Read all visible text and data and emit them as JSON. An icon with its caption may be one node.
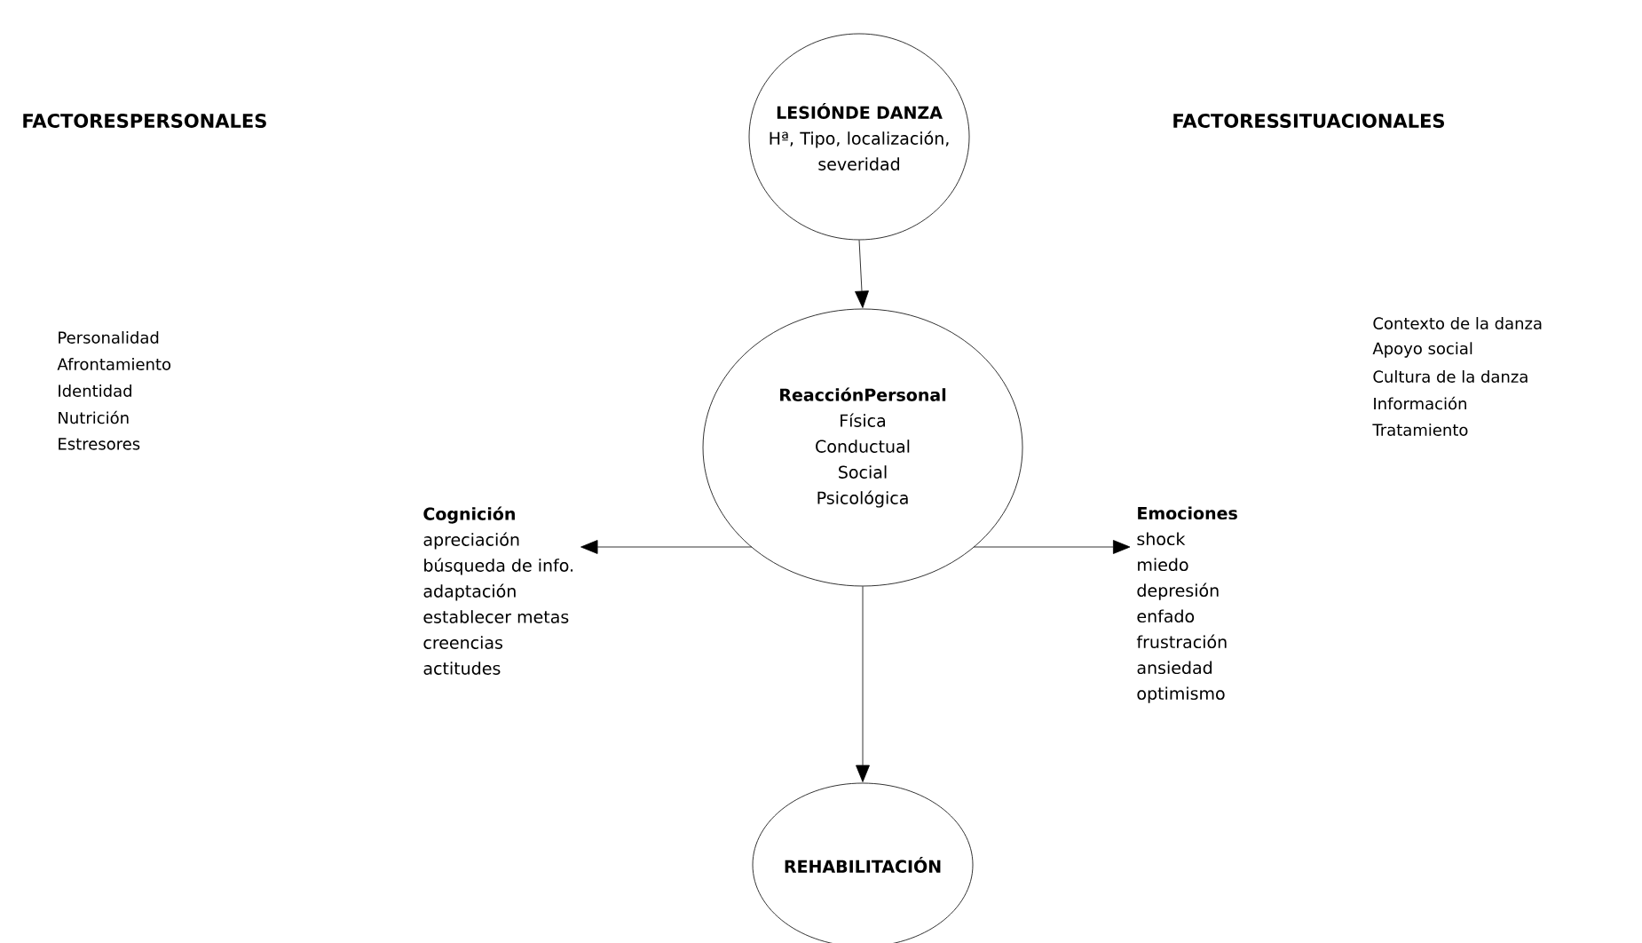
{
  "diagram": {
    "nodes": [
      {
        "text": [
          "LESIÓNDE DANZA",
          "Hª, Tipo, localización, severidad"
        ]
      },
      {
        "text": [
          "ReacciónPersonal",
          "Física",
          "Conductual",
          "Social",
          "Psicológica"
        ]
      },
      {
        "text": [
          "Cognición",
          "apreciación",
          "búsqueda de info.",
          "adaptación",
          "establecer metas",
          "creencias",
          "actitudes"
        ]
      },
      {
        "text": [
          "Emociones",
          "shock",
          "miedo",
          "depresión",
          "enfado",
          "frustración",
          "ansiedad",
          "optimismo"
        ]
      },
      {
        "text": [
          "REHABILITACIÓN"
        ]
      }
    ],
    "edges": [
      {
        "from": 0,
        "to": 1,
        "arrow": "to"
      },
      {
        "from": 1,
        "to": 2,
        "arrow": "to"
      },
      {
        "from": 1,
        "to": 3,
        "arrow": "to"
      },
      {
        "from": 1,
        "to": 4,
        "arrow": "to"
      }
    ],
    "labels": [
      "FACTORESPERSONALES",
      "FACTORESSITUACIONALES",
      "Personalidad",
      "Afrontamiento",
      "Identidad",
      "Nutrición",
      "Estresores",
      "Contexto de la danza",
      "Apoyo social",
      "Cultura de la danza",
      "Información",
      "Tratamiento"
    ]
  }
}
